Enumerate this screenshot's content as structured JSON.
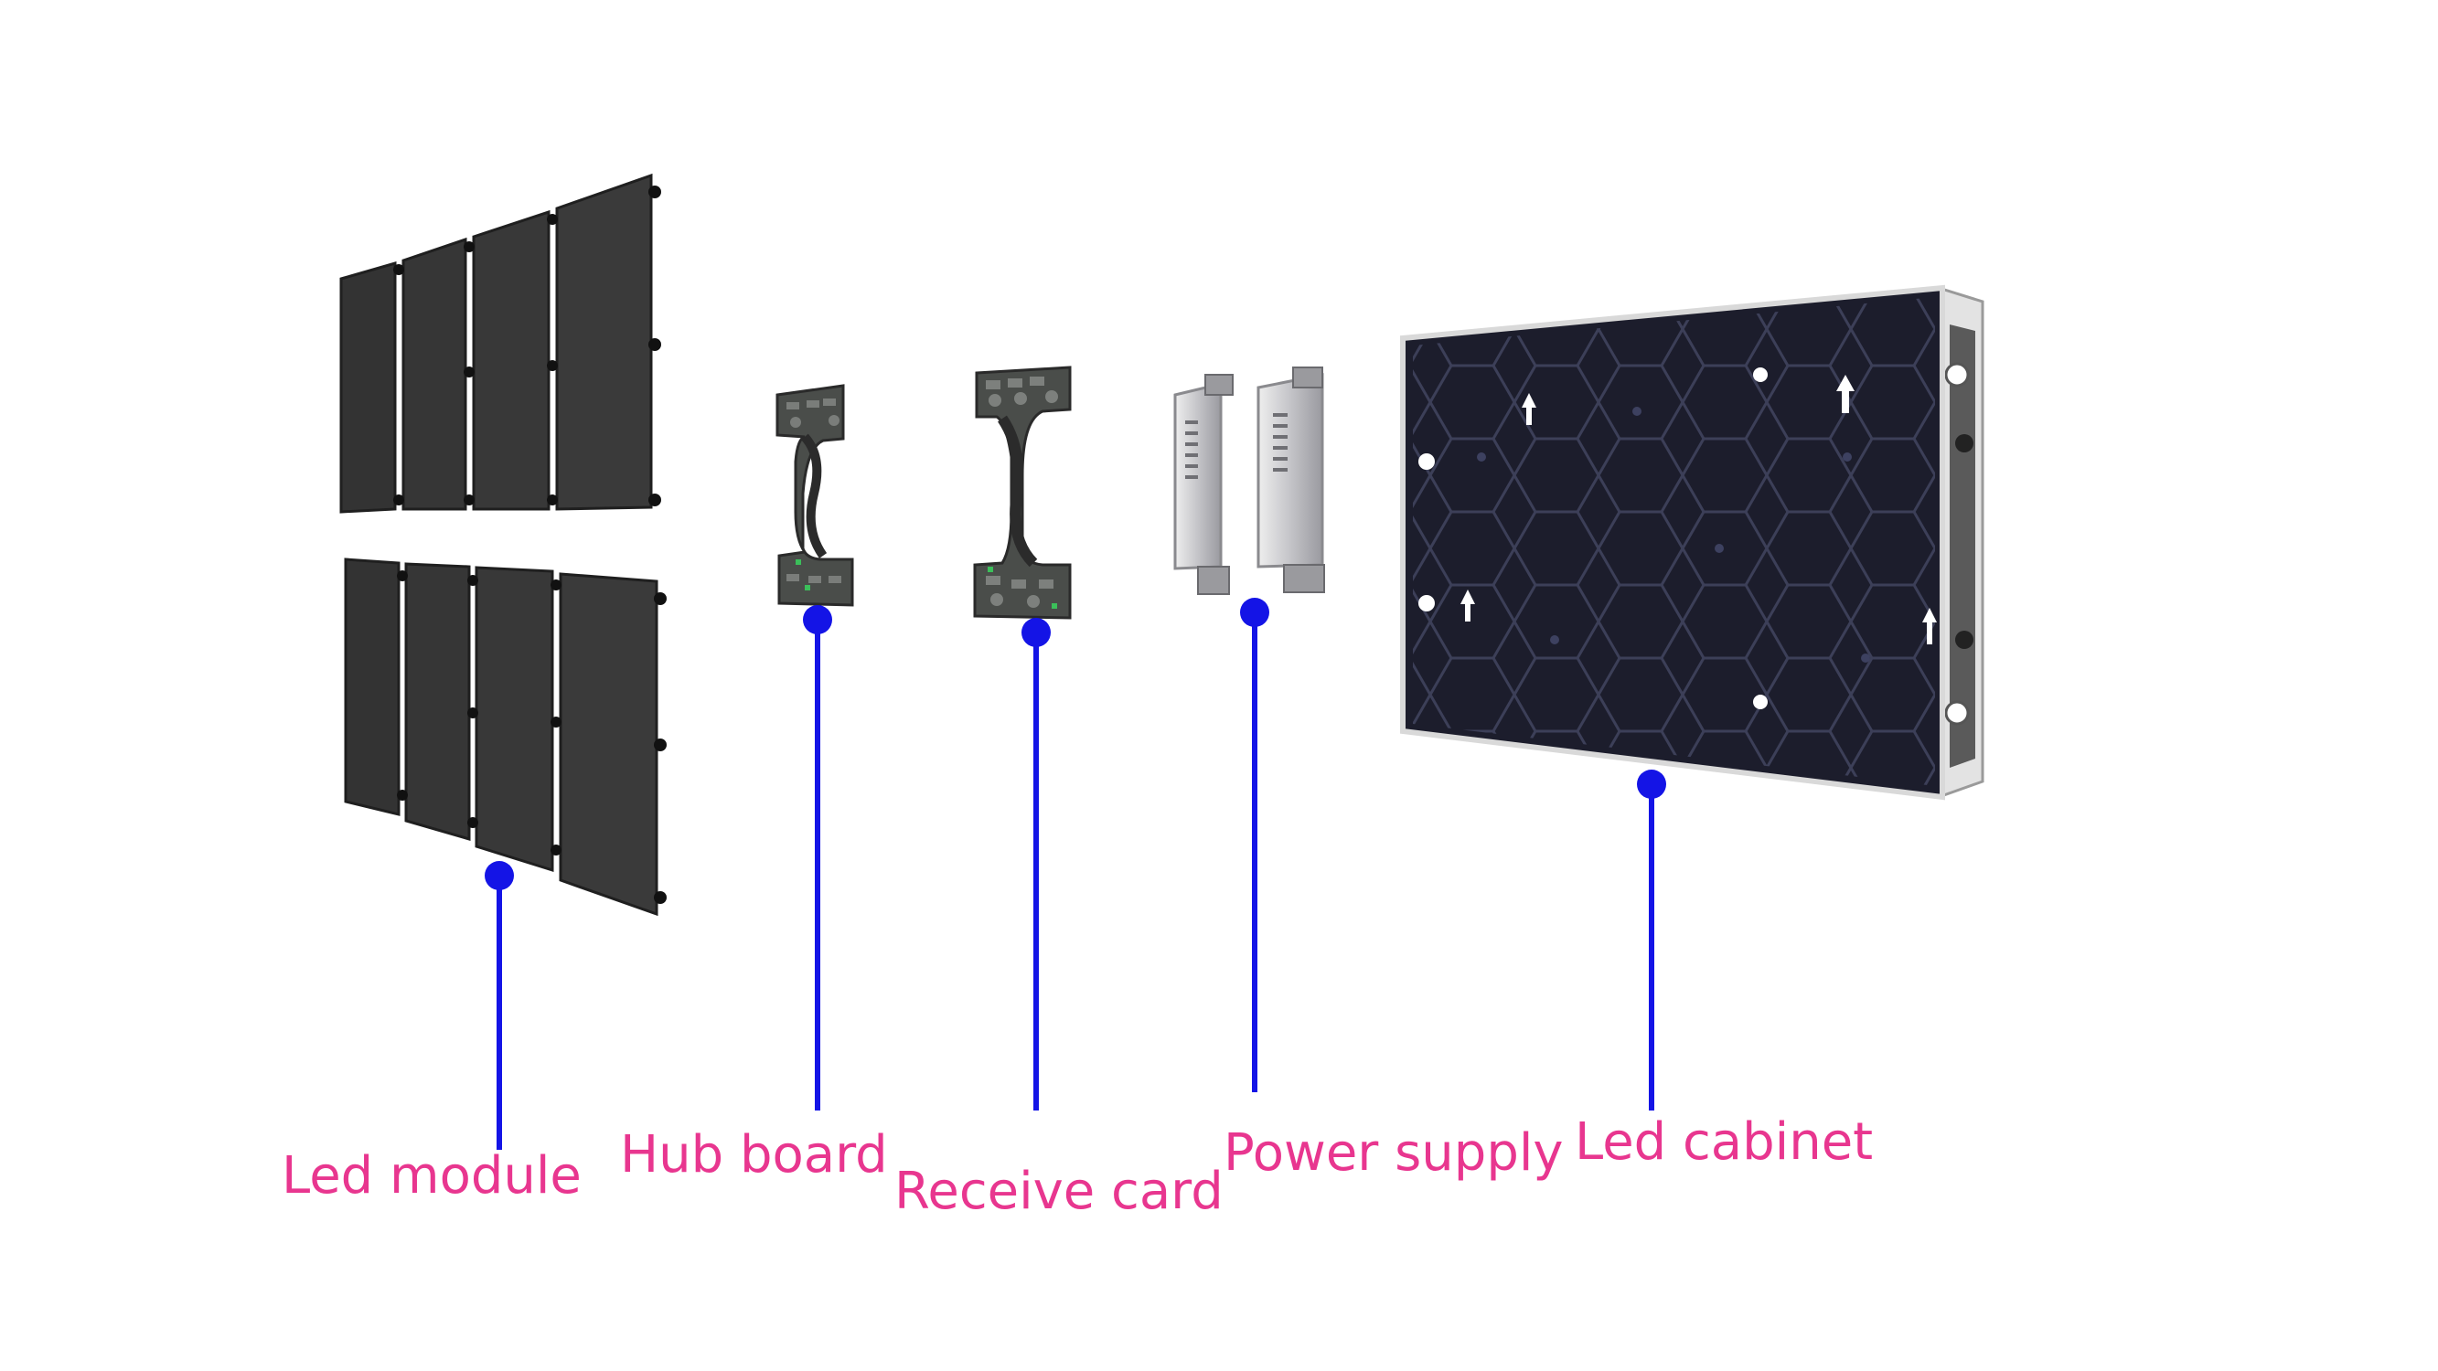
{
  "colors": {
    "label": "#e8368f",
    "leader": "#1414e6",
    "panel": "#3a3a3a",
    "panel_edge": "#1f1f1f",
    "cabinet_face": "#1a1a2a",
    "cabinet_frame": "#d9d9d9",
    "psu_metal": "#c9c9cc",
    "pcb": "#4a4d4a"
  },
  "labels": {
    "led_module": "Led module",
    "hub_board": "Hub board",
    "receive_card": "Receive card",
    "power_supply": "Power supply",
    "led_cabinet": "Led cabinet"
  }
}
